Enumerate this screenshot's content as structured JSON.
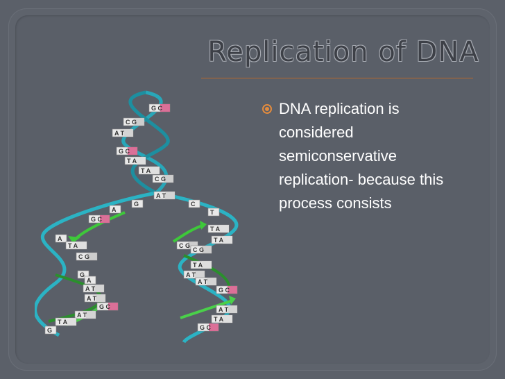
{
  "slide": {
    "title": "Replication of DNA",
    "bullets": [
      "DNA replication is considered semiconservative replication- because this process consists"
    ],
    "accent_color": "#e28b3e"
  },
  "dna_labels": {
    "pairs": [
      "G C",
      "C G",
      "A T",
      "G C",
      "T A",
      "T A",
      "C G",
      "A T",
      "A",
      "G",
      "C",
      "T",
      "T A",
      "A",
      "G C",
      "T A",
      "C G",
      "G",
      "A",
      "A T",
      "A T",
      "G C",
      "A T",
      "T A",
      "G",
      "T A",
      "C G",
      "C G",
      "T A",
      "A T",
      "A T",
      "G C",
      "A T",
      "T A",
      "G C"
    ]
  }
}
